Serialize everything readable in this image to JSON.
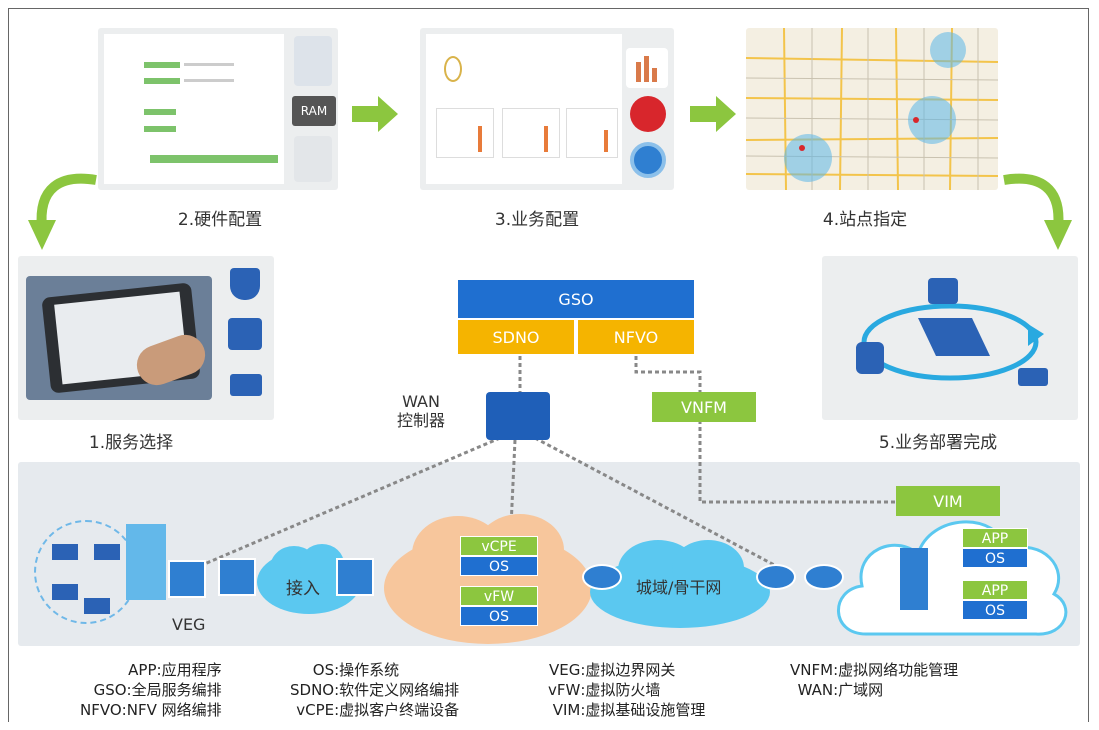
{
  "steps": {
    "s1": "1.服务选择",
    "s2": "2.硬件配置",
    "s3": "3.业务配置",
    "s4": "4.站点指定",
    "s5": "5.业务部署完成"
  },
  "hw_panel": {
    "ram_label": "RAM"
  },
  "orchestrator": {
    "gso": "GSO",
    "sdno": "SDNO",
    "nfvo": "NFVO",
    "vnfm": "VNFM",
    "vim": "VIM"
  },
  "wan_controller": {
    "line1": "WAN",
    "line2": "控制器"
  },
  "network": {
    "access": "接入",
    "metro": "城域/骨干网",
    "veg": "VEG",
    "vcpe": "vCPE",
    "vfw": "vFW",
    "os": "OS",
    "app": "APP"
  },
  "legend": [
    [
      {
        "k": "APP",
        "v": "应用程序"
      },
      {
        "k": "GSO",
        "v": "全局服务编排"
      },
      {
        "k": "NFVO",
        "v": "NFV 网络编排"
      }
    ],
    [
      {
        "k": "OS",
        "v": "操作系统"
      },
      {
        "k": "SDNO",
        "v": "软件定义网络编排"
      },
      {
        "k": "vCPE",
        "v": "虚拟客户终端设备"
      }
    ],
    [
      {
        "k": "VEG",
        "v": "虚拟边界网关"
      },
      {
        "k": "vFW",
        "v": "虚拟防火墙"
      },
      {
        "k": "VIM",
        "v": "虚拟基础设施管理"
      }
    ],
    [
      {
        "k": "VNFM",
        "v": "虚拟网络功能管理"
      },
      {
        "k": "WAN",
        "v": "广域网"
      }
    ]
  ],
  "colors": {
    "gso": "#1f6fd0",
    "sdno": "#f5b400",
    "vnfm": "#8cc63f",
    "cloud": "#5bc8f0",
    "orange_cloud": "#f7c69c",
    "green_arrow": "#8cc63f"
  }
}
